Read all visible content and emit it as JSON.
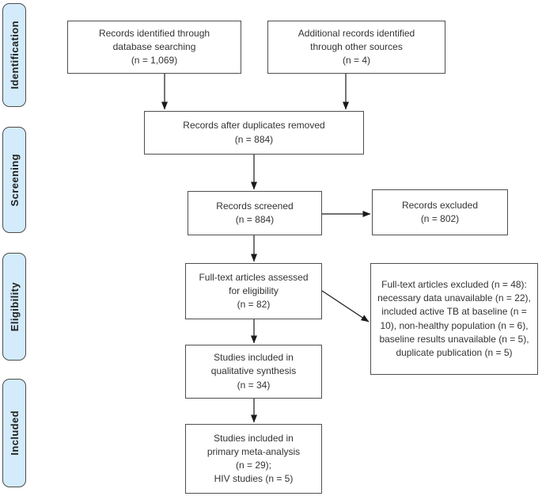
{
  "sidebar": {
    "stages": [
      {
        "label": "Identification"
      },
      {
        "label": "Screening"
      },
      {
        "label": "Eligibility"
      },
      {
        "label": "Included"
      }
    ]
  },
  "boxes": {
    "db_search": {
      "text": "Records identified through\ndatabase searching\n(n = 1,069)"
    },
    "other_sources": {
      "text": "Additional records identified\nthrough other sources\n(n = 4)"
    },
    "after_duplicates": {
      "text": "Records after duplicates removed\n(n = 884)"
    },
    "screened": {
      "text": "Records screened\n(n = 884)"
    },
    "excluded": {
      "text": "Records excluded\n(n = 802)"
    },
    "fulltext_assessed": {
      "text": "Full-text articles assessed\nfor eligibility\n(n = 82)"
    },
    "fulltext_excluded": {
      "text": "Full-text articles excluded (n = 48): necessary data unavailable (n = 22), included active TB at baseline (n = 10), non-healthy population (n = 6), baseline results unavailable (n = 5), duplicate publication (n = 5)"
    },
    "qualitative": {
      "text": "Studies included in\nqualitative synthesis\n(n = 34)"
    },
    "meta_analysis": {
      "text": "Studies included in\nprimary meta-analysis\n(n = 29);\nHIV studies (n = 5)"
    }
  },
  "connections": [
    {
      "from": "db_search",
      "to": "after_duplicates"
    },
    {
      "from": "other_sources",
      "to": "after_duplicates"
    },
    {
      "from": "after_duplicates",
      "to": "screened"
    },
    {
      "from": "screened",
      "to": "excluded"
    },
    {
      "from": "screened",
      "to": "fulltext_assessed"
    },
    {
      "from": "fulltext_assessed",
      "to": "fulltext_excluded"
    },
    {
      "from": "fulltext_assessed",
      "to": "qualitative"
    },
    {
      "from": "qualitative",
      "to": "meta_analysis"
    }
  ],
  "colors": {
    "stage_fill": "#d3ebfa",
    "box_border": "#4f4f4f",
    "text": "#333333",
    "arrow": "#1a1a1a"
  }
}
